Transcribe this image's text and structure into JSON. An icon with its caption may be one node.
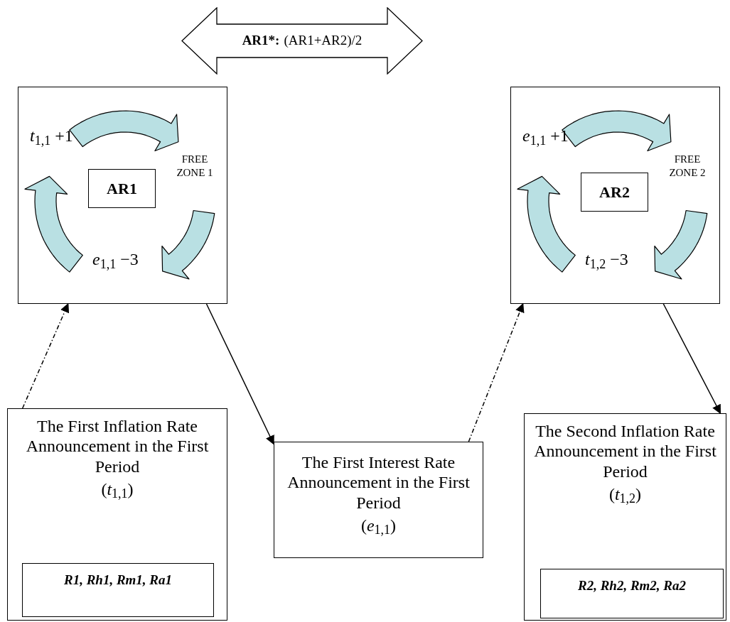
{
  "diagram": {
    "nodes": [
      {
        "text": [
          "AR1*:",
          "(AR1+AR2)/2"
        ]
      },
      {
        "text": [
          "*t*$_{1,1}$ +1",
          "FREE ZONE 1",
          "*e*$_{1,1}$ −3"
        ]
      },
      {
        "text": [
          "AR1"
        ],
        "in": 1
      },
      {
        "text": [
          "*e*$_{1,1}$ +1",
          "FREE ZONE 2",
          "*t*$_{1,2}$ −3"
        ]
      },
      {
        "text": [
          "AR2"
        ],
        "in": 3
      },
      {
        "text": [
          "The First Inflation Rate Announcement in the First Period",
          "(*t*$_{1,1}$)"
        ]
      },
      {
        "text": [
          "R1, Rh1, Rm1, Ra1"
        ],
        "in": 5
      },
      {
        "text": [
          "The First Interest Rate Announcement in the First Period",
          "(*e*$_{1,1}$)"
        ]
      },
      {
        "text": [
          "The Second Inflation Rate Announcement in the First Period",
          "(*t*$_{1,2}$)"
        ]
      },
      {
        "text": [
          "R2, Rh2, Rm2, Ra2"
        ],
        "in": 8
      }
    ],
    "edges": [
      {
        "from": 5,
        "to": 1,
        "arrow": "to",
        "style": "dashed"
      },
      {
        "from": 1,
        "to": 7,
        "arrow": "to"
      },
      {
        "from": 7,
        "to": 3,
        "arrow": "to",
        "style": "dashed"
      },
      {
        "from": 3,
        "to": 8,
        "arrow": "to"
      }
    ]
  }
}
